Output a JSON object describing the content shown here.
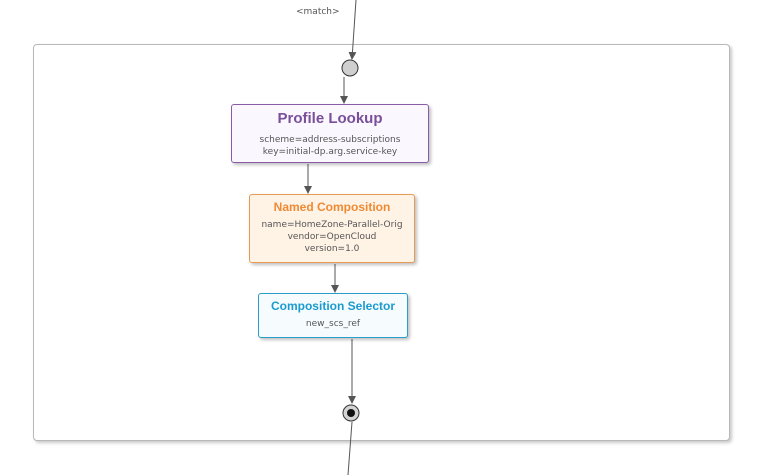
{
  "entry_label": "<match>",
  "nodes": {
    "profile_lookup": {
      "title": "Profile Lookup",
      "details": [
        "scheme=address-subscriptions",
        "key=initial-dp.arg.service-key"
      ]
    },
    "named_composition": {
      "title": "Named Composition",
      "details": [
        "name=HomeZone-Parallel-Orig",
        "vendor=OpenCloud",
        "version=1.0"
      ]
    },
    "composition_selector": {
      "title": "Composition Selector",
      "details": [
        "new_scs_ref"
      ]
    }
  },
  "colors": {
    "profile_lookup": "#7a4f9a",
    "named_composition": "#ee8a34",
    "composition_selector": "#1a9bd0",
    "wire": "#555555"
  }
}
